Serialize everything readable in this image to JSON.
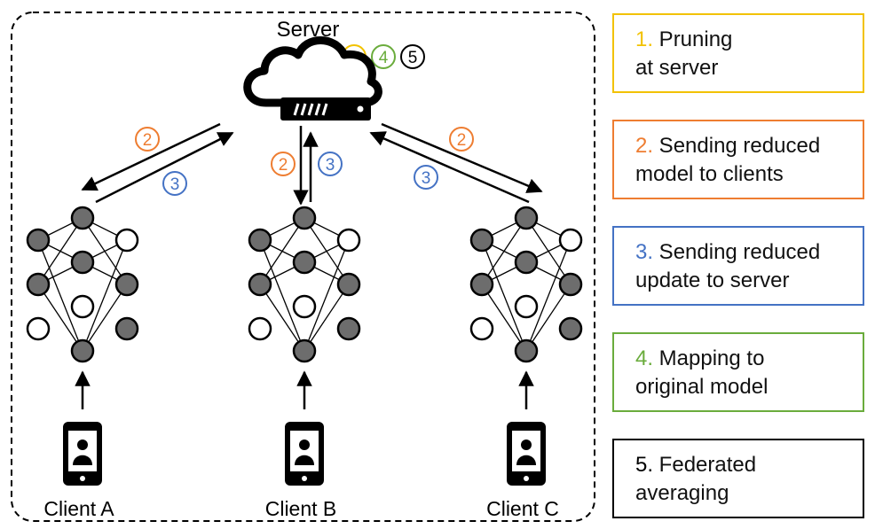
{
  "server": {
    "label": "Server",
    "steps": [
      {
        "num": "1",
        "color": "#f2c200"
      },
      {
        "num": "4",
        "color": "#6aac3c"
      },
      {
        "num": "5",
        "color": "#000000"
      }
    ]
  },
  "arrows": {
    "send_label": "2",
    "send_color": "#ee7d31",
    "update_label": "3",
    "update_color": "#4472c4"
  },
  "clients": [
    {
      "label": "Client A",
      "hidden": [
        0,
        1,
        2,
        0
      ],
      "outputs": [
        false,
        true,
        true,
        false
      ]
    },
    {
      "label": "Client B",
      "hidden": [
        1,
        1,
        0,
        1
      ],
      "outputs": [
        false,
        true,
        true,
        false
      ]
    },
    {
      "label": "Client C",
      "hidden": [
        1,
        1,
        0,
        1
      ],
      "outputs": [
        false,
        true,
        true,
        false
      ]
    }
  ],
  "legend": [
    {
      "num": "1.",
      "text": "Pruning\nat server",
      "color": "#f2c200"
    },
    {
      "num": "2.",
      "text": "Sending reduced\nmodel to clients",
      "color": "#ee7d31"
    },
    {
      "num": "3.",
      "text": "Sending reduced\nupdate to server",
      "color": "#4472c4"
    },
    {
      "num": "4.",
      "text": "Mapping to\noriginal model",
      "color": "#6aac3c"
    },
    {
      "num": "5.",
      "text": "Federated\naveraging",
      "color": "#000000"
    }
  ],
  "colors": {
    "node_fill": "#6d6d6d",
    "node_empty": "#ffffff",
    "stroke": "#000000"
  }
}
